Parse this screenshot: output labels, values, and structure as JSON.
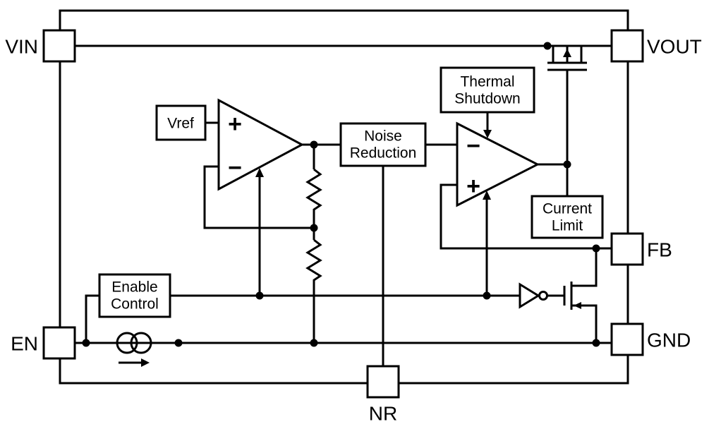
{
  "diagram": {
    "pins": {
      "vin": {
        "label": "VIN"
      },
      "vout": {
        "label": "VOUT"
      },
      "en": {
        "label": "EN"
      },
      "gnd": {
        "label": "GND"
      },
      "fb": {
        "label": "FB"
      },
      "nr": {
        "label": "NR"
      }
    },
    "blocks": {
      "vref": {
        "label": "Vref"
      },
      "noise_reduction": {
        "line1": "Noise",
        "line2": "Reduction"
      },
      "thermal_shutdown": {
        "line1": "Thermal",
        "line2": "Shutdown"
      },
      "current_limit": {
        "line1": "Current",
        "line2": "Limit"
      },
      "enable_control": {
        "line1": "Enable",
        "line2": "Control"
      }
    },
    "amplifiers": {
      "error_amp": {
        "top_input": "+",
        "bottom_input": "−"
      },
      "buffer_amp": {
        "top_input": "−",
        "bottom_input": "+"
      }
    },
    "colors": {
      "line": "#000000",
      "background": "#ffffff"
    }
  }
}
